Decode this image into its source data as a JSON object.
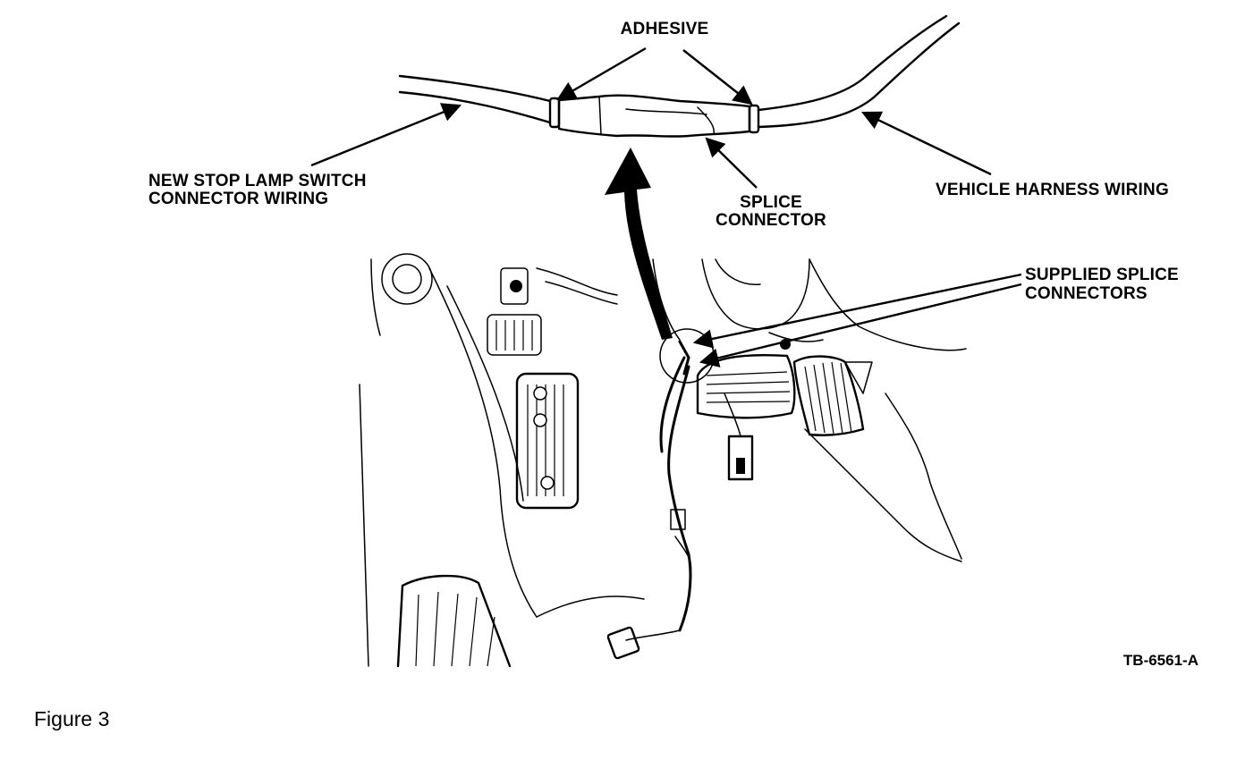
{
  "labels": {
    "adhesive": "ADHESIVE",
    "new_wiring_line1": "NEW STOP LAMP SWITCH",
    "new_wiring_line2": "CONNECTOR WIRING",
    "splice_line1": "SPLICE",
    "splice_line2": "CONNECTOR",
    "harness": "VEHICLE HARNESS WIRING",
    "supplied_line1": "SUPPLIED SPLICE",
    "supplied_line2": "CONNECTORS",
    "ref_code": "TB-6561-A",
    "caption": "Figure 3"
  },
  "colors": {
    "ink": "#000000",
    "paper": "#ffffff"
  }
}
